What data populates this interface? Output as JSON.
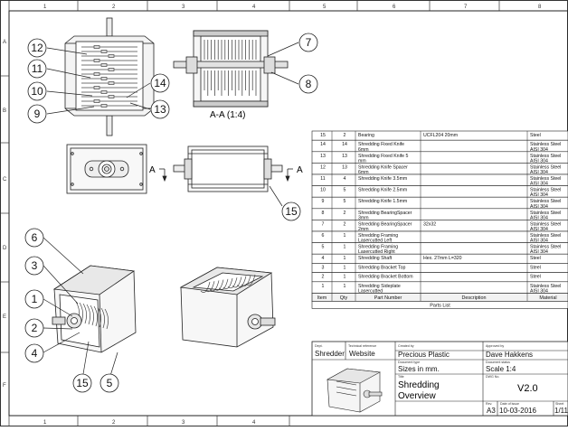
{
  "zones": {
    "top": [
      "1",
      "2",
      "3",
      "4",
      "5",
      "6",
      "7",
      "8"
    ],
    "left": [
      "A",
      "B",
      "C",
      "D",
      "E",
      "F"
    ]
  },
  "balloons": [
    {
      "id": "b12",
      "label": "12"
    },
    {
      "id": "b11",
      "label": "11"
    },
    {
      "id": "b10",
      "label": "10"
    },
    {
      "id": "b9",
      "label": "9"
    },
    {
      "id": "b14",
      "label": "14"
    },
    {
      "id": "b13",
      "label": "13"
    },
    {
      "id": "b7",
      "label": "7"
    },
    {
      "id": "b8",
      "label": "8"
    },
    {
      "id": "b15a",
      "label": "15"
    },
    {
      "id": "b6",
      "label": "6"
    },
    {
      "id": "b3",
      "label": "3"
    },
    {
      "id": "b1",
      "label": "1"
    },
    {
      "id": "b2",
      "label": "2"
    },
    {
      "id": "b4",
      "label": "4"
    },
    {
      "id": "b15b",
      "label": "15"
    },
    {
      "id": "b5",
      "label": "5"
    }
  ],
  "section_label": "A-A (1:4)",
  "section_letter": "A",
  "bom": {
    "header": {
      "item": "Item",
      "qty": "Qty",
      "part": "Part Number",
      "desc": "Description",
      "mat": "Material"
    },
    "caption": "Parts List",
    "rows": [
      {
        "item": "15",
        "qty": "2",
        "part": [
          "Bearing"
        ],
        "desc": "UCFL204 20mm",
        "mat": [
          "Steel"
        ]
      },
      {
        "item": "14",
        "qty": "14",
        "part": [
          "Shredding Fixed Knife",
          "6mm"
        ],
        "desc": "",
        "mat": [
          "Stainless Steel",
          "AISI 304"
        ]
      },
      {
        "item": "13",
        "qty": "13",
        "part": [
          "Shredding Fixed Knife 5",
          "mm"
        ],
        "desc": "",
        "mat": [
          "Stainless Steel",
          "AISI 304"
        ]
      },
      {
        "item": "12",
        "qty": "13",
        "part": [
          "Shredding Knife Spacer",
          "6mm"
        ],
        "desc": "",
        "mat": [
          "Stainless Steel",
          "AISI 304"
        ]
      },
      {
        "item": "11",
        "qty": "4",
        "part": [
          "Shredding Knife 3.5mm"
        ],
        "desc": "",
        "mat": [
          "Stainless Steel",
          "AISI 304"
        ]
      },
      {
        "item": "10",
        "qty": "5",
        "part": [
          "Shredding Knife 2.5mm"
        ],
        "desc": "",
        "mat": [
          "Stainless Steel",
          "AISI 304"
        ]
      },
      {
        "item": "9",
        "qty": "5",
        "part": [
          "Shredding Knife 1.5mm"
        ],
        "desc": "",
        "mat": [
          "Stainless Steel",
          "AISI 304"
        ]
      },
      {
        "item": "8",
        "qty": "2",
        "part": [
          "Shredding BearingSpacer",
          "3mm"
        ],
        "desc": "",
        "mat": [
          "Stainless Steel",
          "AISI 304"
        ]
      },
      {
        "item": "7",
        "qty": "2",
        "part": [
          "Shredding BearingSpacer",
          "2mm"
        ],
        "desc": "32x32",
        "mat": [
          "Stainless Steel",
          "AISI 304"
        ]
      },
      {
        "item": "6",
        "qty": "1",
        "part": [
          "Shredding Framing",
          "Lasercutted Left"
        ],
        "desc": "",
        "mat": [
          "Stainless Steel",
          "AISI 304"
        ]
      },
      {
        "item": "5",
        "qty": "1",
        "part": [
          "Shredding Framing",
          "Lasercutted Right"
        ],
        "desc": "",
        "mat": [
          "Stainless Steel",
          "AISI 304"
        ]
      },
      {
        "item": "4",
        "qty": "1",
        "part": [
          "Shredding Shaft"
        ],
        "desc": "Hex. 27mm L=320",
        "mat": [
          "Steel"
        ]
      },
      {
        "item": "3",
        "qty": "1",
        "part": [
          "Shredding Bracket Top"
        ],
        "desc": "",
        "mat": [
          "Steel"
        ]
      },
      {
        "item": "2",
        "qty": "1",
        "part": [
          "Shredding Bracket Bottom"
        ],
        "desc": "",
        "mat": [
          "Steel"
        ]
      },
      {
        "item": "1",
        "qty": "1",
        "part": [
          "Shredding Sideplate",
          "Lasercutted"
        ],
        "desc": "",
        "mat": [
          "Stainless Steel",
          "AISI 304"
        ]
      }
    ]
  },
  "title_block": {
    "dept_label": "Dept.",
    "dept": "Shredder",
    "techref_label": "Technical reference",
    "techref": "Website",
    "created_label": "Created by",
    "created": "Precious Plastic",
    "approved_label": "Approved by",
    "approved": "Dave Hakkens",
    "doctype_label": "Document type",
    "doctype": "Sizes in mm.",
    "docstatus_label": "Document status",
    "docstatus": "Scale 1:4",
    "title_label": "Title",
    "title1": "Shredding",
    "title2": "Overview",
    "dwg_label": "DWG No.",
    "rev": "V2.0",
    "rev_label": "Rev.",
    "size": "A3",
    "date_label": "Date of issue",
    "date": "10-03-2016",
    "sheet_label": "Sheet",
    "sheet": "1/11"
  }
}
